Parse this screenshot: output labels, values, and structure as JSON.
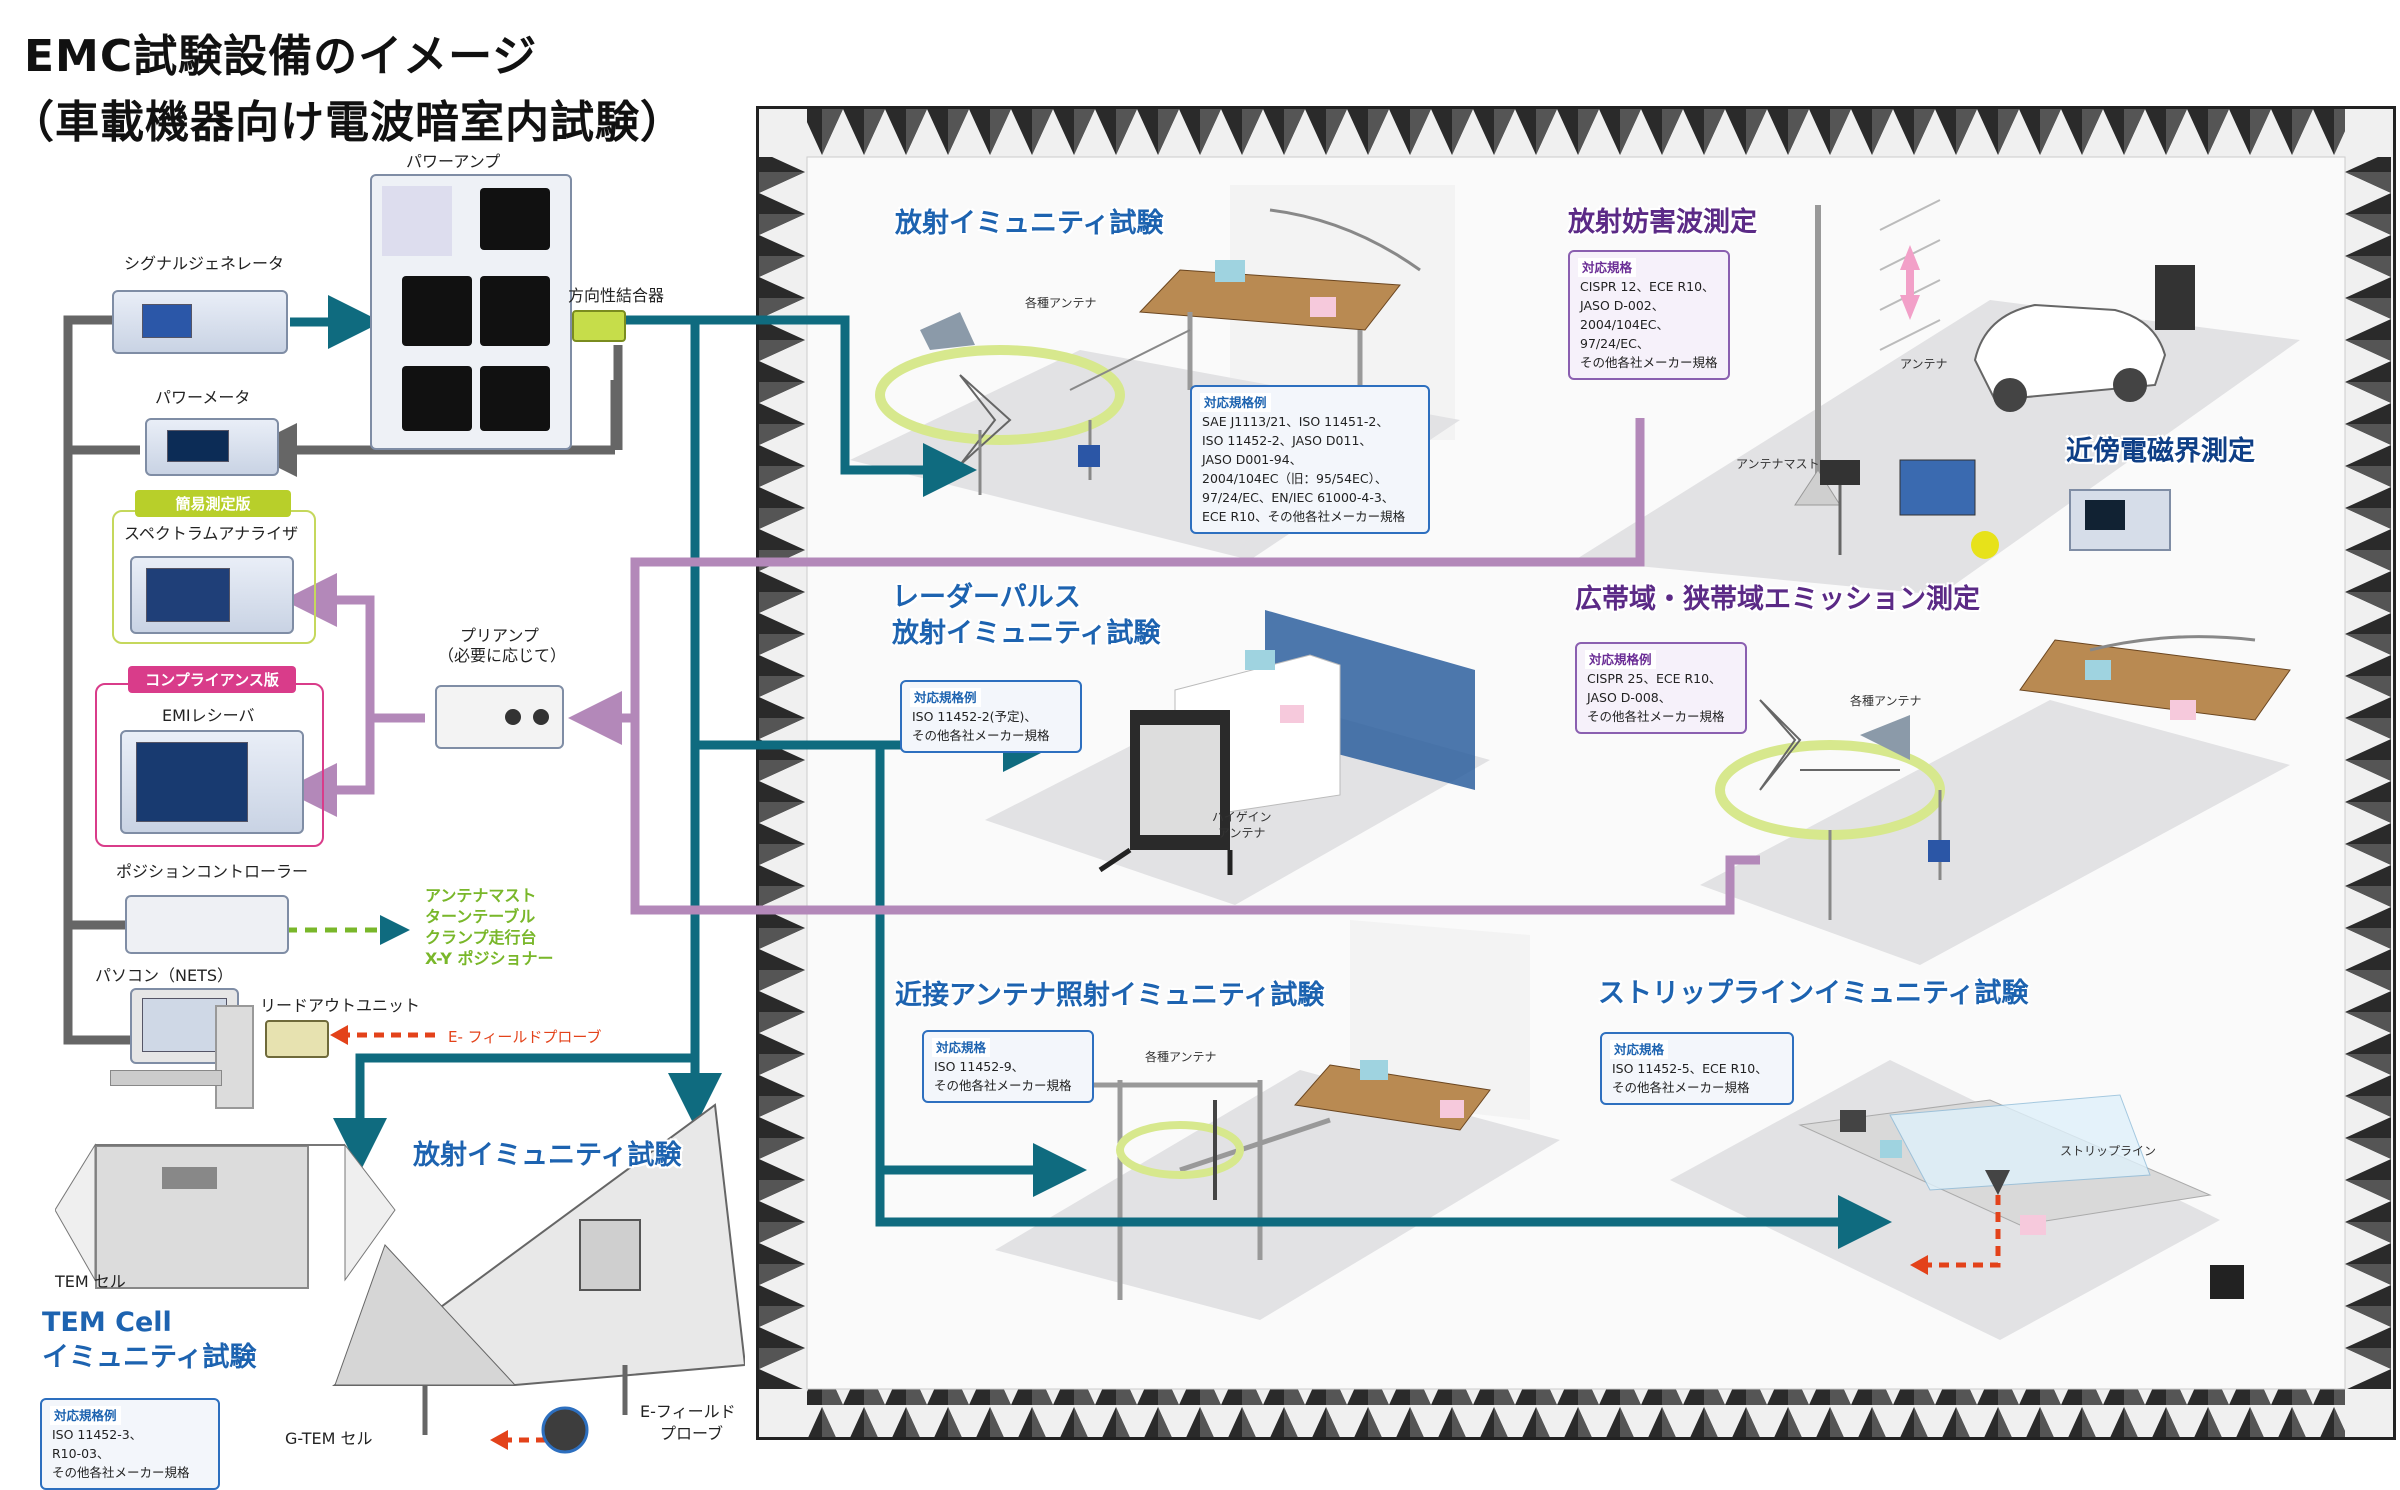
{
  "title": {
    "line1": "EMC試験設備のイメージ",
    "line2": "（車載機器向け電波暗室内試験）"
  },
  "equipment": {
    "power_amp": "パワーアンプ",
    "signal_generator": "シグナルジェネレータ",
    "directional_coupler": "方向性結合器",
    "power_meter": "パワーメータ",
    "simple_version": "簡易測定版",
    "spectrum_analyzer": "スペクトラムアナライザ",
    "preamp_line1": "プリアンプ",
    "preamp_line2": "（必要に応じて）",
    "compliance_version": "コンプライアンス版",
    "emi_receiver": "EMIレシーバ",
    "position_controller": "ポジションコントローラー",
    "pc": "パソコン（NETS）",
    "readout_unit": "リードアウトユニット",
    "e_field_probe": "E- フィールドプローブ",
    "positioner_targets": [
      "アンテナマスト",
      "ターンテーブル",
      "クランプ走行台",
      "X-Y ポジショナー"
    ],
    "tem_cell_label": "TEM セル",
    "gtem_cell_label": "G-TEM セル",
    "e_field_probe_2_line1": "E-フィールド",
    "e_field_probe_2_line2": "プローブ"
  },
  "sections": {
    "radiated_immunity": {
      "title": "放射イミュニティ試験",
      "antenna_label": "各種アンテナ",
      "standards_header": "対応規格例",
      "standards": [
        "SAE J1113/21、ISO 11451-2、",
        "ISO 11452-2、JASO D011、",
        "JASO D001-94、",
        "2004/104EC（旧：95/54EC）、",
        "97/24/EC、EN/IEC 61000-4-3、",
        "ECE R10、その他各社メーカー規格"
      ]
    },
    "radiated_emission": {
      "title": "放射妨害波測定",
      "standards_header": "対応規格",
      "standards": [
        "CISPR 12、ECE R10、",
        "JASO D-002、",
        "2004/104EC、",
        "97/24/EC、",
        "その他各社メーカー規格"
      ],
      "antenna_label": "アンテナ",
      "mast_label": "アンテナマスト"
    },
    "near_field": {
      "title": "近傍電磁界測定"
    },
    "radar_pulse": {
      "title_line1": "レーダーパルス",
      "title_line2": "放射イミュニティ試験",
      "standards_header": "対応規格例",
      "standards": [
        "ISO 11452-2(予定)、",
        "その他各社メーカー規格"
      ],
      "horn_label_line1": "ハイゲイン",
      "horn_label_line2": "アンテナ"
    },
    "wideband_emission": {
      "title": "広帯域・狭帯域エミッション測定",
      "standards_header": "対応規格例",
      "standards": [
        "CISPR 25、ECE R10、",
        "JASO D-008、",
        "その他各社メーカー規格"
      ],
      "antenna_label": "各種アンテナ"
    },
    "proximity_antenna": {
      "title": "近接アンテナ照射イミュニティ試験",
      "standards_header": "対応規格",
      "standards": [
        "ISO 11452-9、",
        "その他各社メーカー規格"
      ],
      "antenna_label": "各種アンテナ"
    },
    "stripline": {
      "title": "ストリップラインイミュニティ試験",
      "standards_header": "対応規格",
      "standards": [
        "ISO 11452-5、ECE R10、",
        "その他各社メーカー規格"
      ],
      "stripline_label": "ストリップライン"
    },
    "gtem_immunity": {
      "title": "放射イミュニティ試験"
    },
    "tem_immunity": {
      "title_line1": "TEM Cell",
      "title_line2": "イミュニティ試験",
      "standards_header": "対応規格例",
      "standards": [
        "ISO 11452-3、",
        "R10-03、",
        "その他各社メーカー規格"
      ]
    }
  },
  "colors": {
    "teal": "#0f6b7f",
    "purple": "#b388b9",
    "gray": "#666666",
    "section_blue": "#1d63b0",
    "section_purple": "#5b2a86",
    "green_dashed": "#79b72a",
    "orange_dashed": "#e3421a"
  }
}
